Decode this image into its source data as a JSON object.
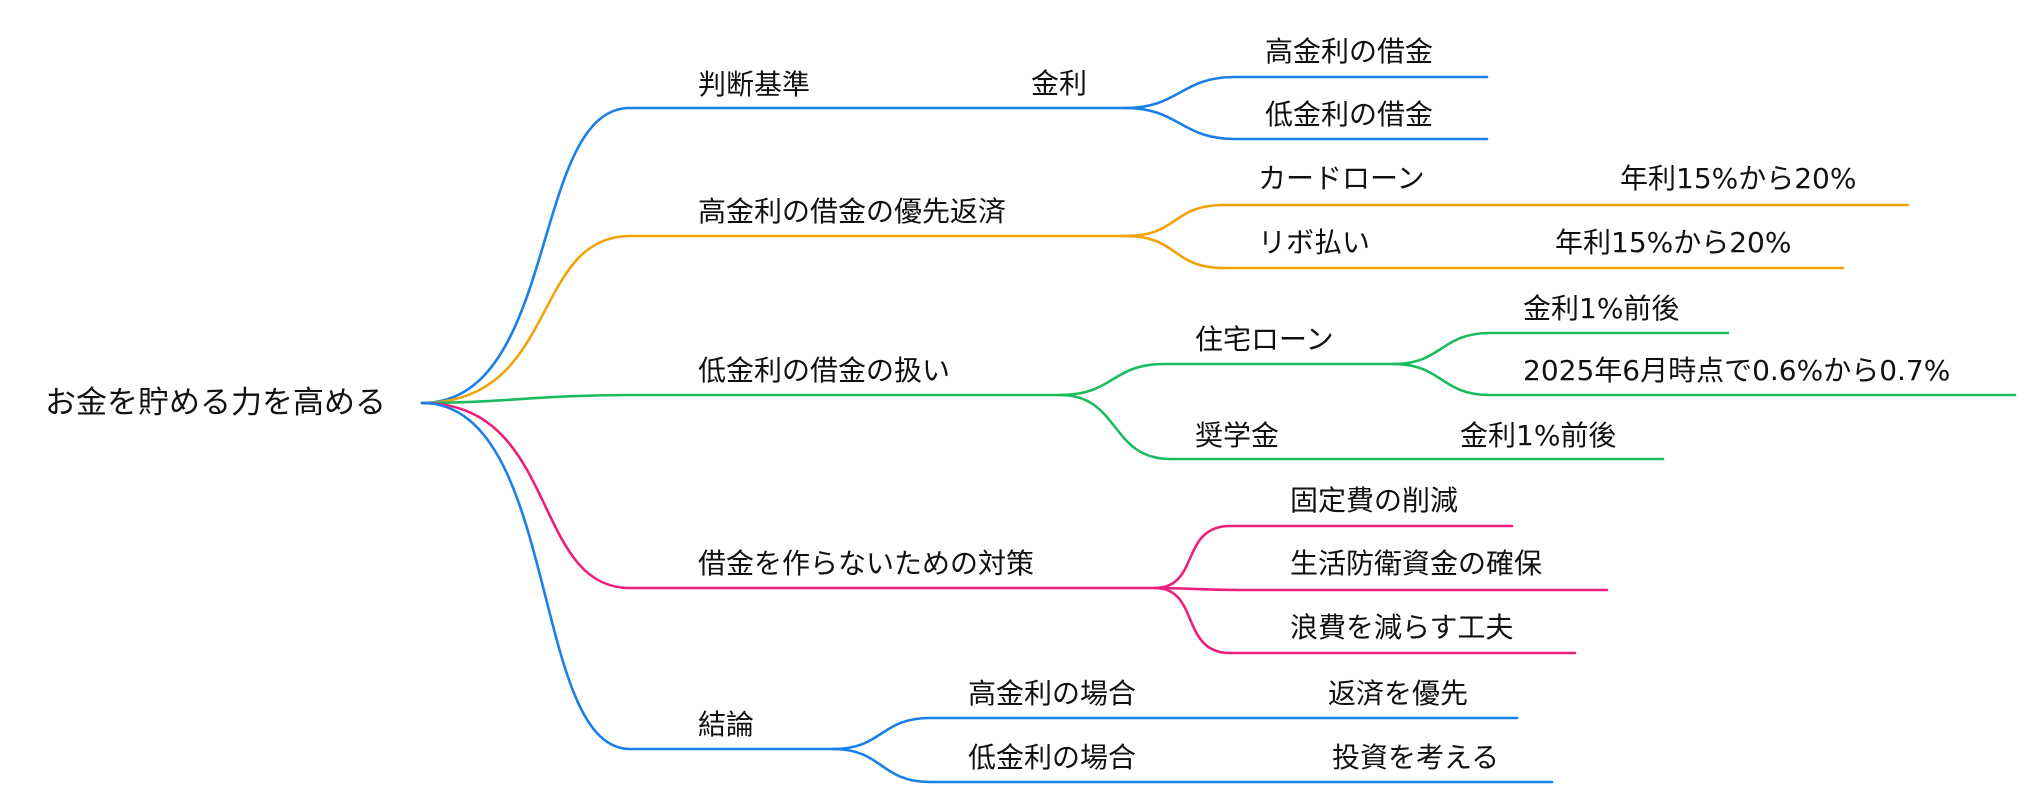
{
  "colors": {
    "blue": "#1a7fe8",
    "orange": "#f0a30a",
    "green": "#1bbb5f",
    "pink": "#ec1f7a"
  },
  "root": {
    "label": "お金を貯める力を高める"
  },
  "branches": [
    {
      "label": "判断基準",
      "color": "blue",
      "children": [
        {
          "label": "金利",
          "children": [
            {
              "label": "高金利の借金"
            },
            {
              "label": "低金利の借金"
            }
          ]
        }
      ]
    },
    {
      "label": "高金利の借金の優先返済",
      "color": "orange",
      "children": [
        {
          "label": "カードローン",
          "children": [
            {
              "label": "年利15%から20%"
            }
          ]
        },
        {
          "label": "リボ払い",
          "children": [
            {
              "label": "年利15%から20%"
            }
          ]
        }
      ]
    },
    {
      "label": "低金利の借金の扱い",
      "color": "green",
      "children": [
        {
          "label": "住宅ローン",
          "children": [
            {
              "label": "金利1%前後"
            },
            {
              "label": "2025年6月時点で0.6%から0.7%"
            }
          ]
        },
        {
          "label": "奨学金",
          "children": [
            {
              "label": "金利1%前後"
            }
          ]
        }
      ]
    },
    {
      "label": "借金を作らないための対策",
      "color": "pink",
      "children": [
        {
          "label": "固定費の削減"
        },
        {
          "label": "生活防衛資金の確保"
        },
        {
          "label": "浪費を減らす工夫"
        }
      ]
    },
    {
      "label": "結論",
      "color": "blue",
      "children": [
        {
          "label": "高金利の場合",
          "children": [
            {
              "label": "返済を優先"
            }
          ]
        },
        {
          "label": "低金利の場合",
          "children": [
            {
              "label": "投資を考える"
            }
          ]
        }
      ]
    }
  ]
}
